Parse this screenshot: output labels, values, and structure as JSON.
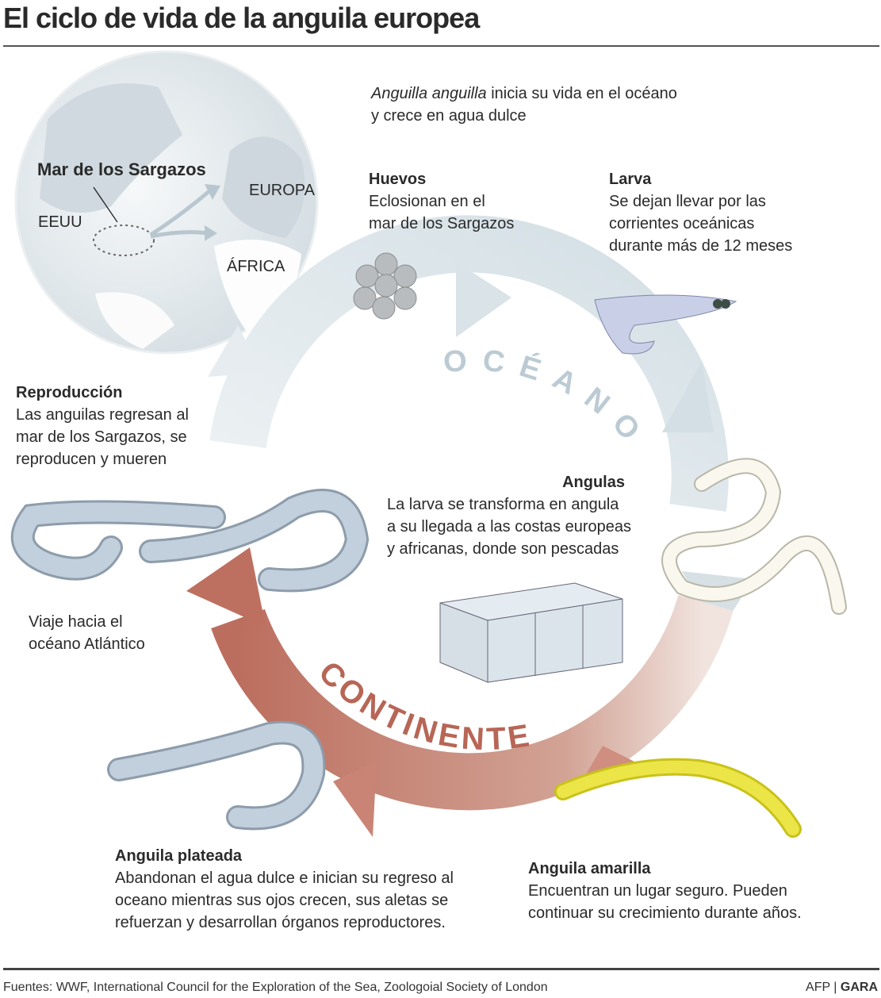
{
  "title": "El ciclo de vida de la anguila europea",
  "intro": {
    "species": "Anguilla anguilla",
    "rest_line1": " inicia su vida en el océano",
    "line2": "y crece en agua dulce"
  },
  "map": {
    "sargasso": "Mar de los Sargazos",
    "usa": "EEUU",
    "europe": "EUROPA",
    "africa": "ÁFRICA"
  },
  "ring": {
    "ocean": "OCÉANO",
    "continent": "CONTINENTE"
  },
  "stages": {
    "eggs": {
      "title": "Huevos",
      "lines": [
        "Eclosionan en el",
        "mar de los Sargazos"
      ]
    },
    "larva": {
      "title": "Larva",
      "lines": [
        "Se dejan llevar por las",
        "corrientes oceánicas",
        "durante más de 12 meses"
      ]
    },
    "glass": {
      "title": "Angulas",
      "lines": [
        "La larva se transforma en angula",
        "a su llegada a las costas europeas",
        "y africanas, donde son pescadas"
      ]
    },
    "yellow": {
      "title": "Anguila amarilla",
      "lines": [
        "Encuentran un lugar seguro. Pueden",
        "continuar su crecimiento durante años."
      ]
    },
    "silver": {
      "title": "Anguila plateada",
      "lines": [
        "Abandonan el agua dulce e inician su regreso al",
        "oceano mientras sus ojos crecen, sus aletas se",
        "refuerzan y  desarrollan órganos reproductores."
      ]
    },
    "journey": {
      "lines": [
        "Viaje hacia el",
        "océano Atlántico"
      ]
    },
    "repro": {
      "title": "Reproducción",
      "lines": [
        "Las anguilas regresan al",
        "mar de los Sargazos, se",
        "reproducen y mueren"
      ]
    }
  },
  "footer": {
    "sources": "Fuentes: WWF, International Council for the Exploration of the Sea, Zoologoial Society of London",
    "credit_agency": "AFP | ",
    "credit_paper": "GARA"
  },
  "colors": {
    "ocean_band": "#dce5e9",
    "continent_band": "#c07464",
    "eel_silver": "#aebdcc",
    "eel_yellow": "#e6df3c"
  }
}
